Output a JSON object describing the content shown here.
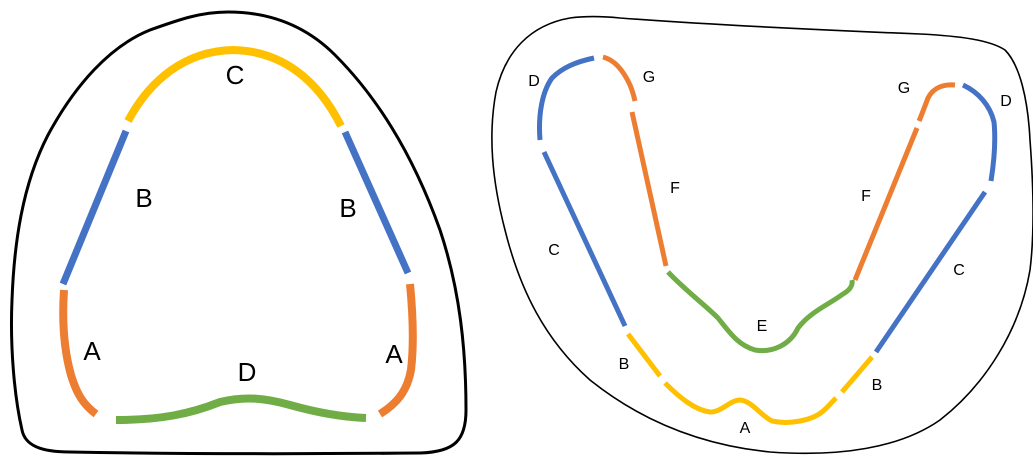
{
  "colors": {
    "orange": "#ED7D31",
    "blue": "#4472C4",
    "yellow": "#FFC000",
    "green": "#70AD47",
    "outline": "#000000"
  },
  "left_diagram": {
    "labels": {
      "A_left": "A",
      "A_right": "A",
      "B_left": "B",
      "B_right": "B",
      "C": "C",
      "D": "D"
    }
  },
  "right_diagram": {
    "labels": {
      "A": "A",
      "B_left": "B",
      "B_right": "B",
      "C_left": "C",
      "C_right": "C",
      "D_left": "D",
      "D_right": "D",
      "E": "E",
      "F_left": "F",
      "F_right": "F",
      "G_left": "G",
      "G_right": "G"
    }
  }
}
